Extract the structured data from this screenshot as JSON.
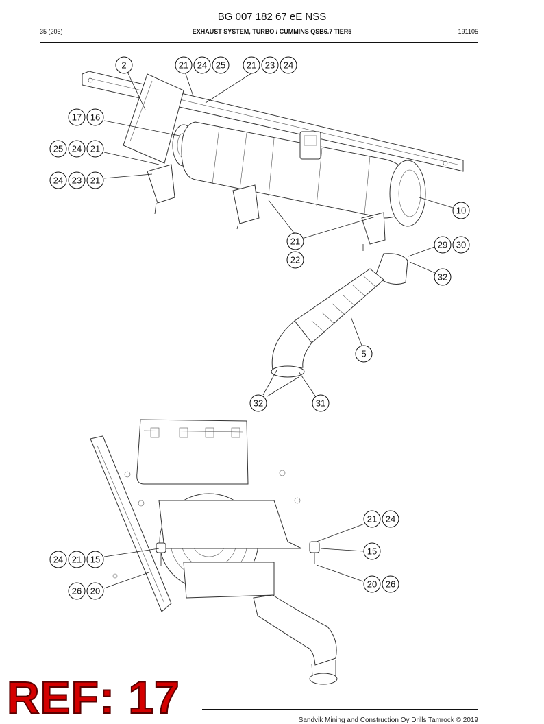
{
  "header": {
    "doc_title": "BG 007 182 67 eE NSS",
    "page": "35 (205)",
    "section_title": "EXHAUST SYSTEM, TURBO / CUMMINS QSB6.7 TIER5",
    "doc_code": "191105"
  },
  "callouts": [
    {
      "id": "c-2",
      "label": "2"
    },
    {
      "id": "c-21a",
      "label": "21"
    },
    {
      "id": "c-24a",
      "label": "24"
    },
    {
      "id": "c-25a",
      "label": "25"
    },
    {
      "id": "c-21b",
      "label": "21"
    },
    {
      "id": "c-23a",
      "label": "23"
    },
    {
      "id": "c-24b",
      "label": "24"
    },
    {
      "id": "c-17",
      "label": "17"
    },
    {
      "id": "c-16",
      "label": "16"
    },
    {
      "id": "c-25b",
      "label": "25"
    },
    {
      "id": "c-24c",
      "label": "24"
    },
    {
      "id": "c-21c",
      "label": "21"
    },
    {
      "id": "c-24d",
      "label": "24"
    },
    {
      "id": "c-23b",
      "label": "23"
    },
    {
      "id": "c-21d",
      "label": "21"
    },
    {
      "id": "c-10",
      "label": "10"
    },
    {
      "id": "c-21e",
      "label": "21"
    },
    {
      "id": "c-22",
      "label": "22"
    },
    {
      "id": "c-29",
      "label": "29"
    },
    {
      "id": "c-30",
      "label": "30"
    },
    {
      "id": "c-32a",
      "label": "32"
    },
    {
      "id": "c-5",
      "label": "5"
    },
    {
      "id": "c-32b",
      "label": "32"
    },
    {
      "id": "c-31",
      "label": "31"
    },
    {
      "id": "c-21f",
      "label": "21"
    },
    {
      "id": "c-24e",
      "label": "24"
    },
    {
      "id": "c-15a",
      "label": "15"
    },
    {
      "id": "c-24f",
      "label": "24"
    },
    {
      "id": "c-21g",
      "label": "21"
    },
    {
      "id": "c-15b",
      "label": "15"
    },
    {
      "id": "c-20a",
      "label": "20"
    },
    {
      "id": "c-26a",
      "label": "26"
    },
    {
      "id": "c-26b",
      "label": "26"
    },
    {
      "id": "c-20b",
      "label": "20"
    }
  ],
  "stamp": {
    "text": "REF: 17"
  },
  "footer": {
    "copyright": "Sandvik Mining and Construction Oy Drills Tamrock © 2019"
  }
}
